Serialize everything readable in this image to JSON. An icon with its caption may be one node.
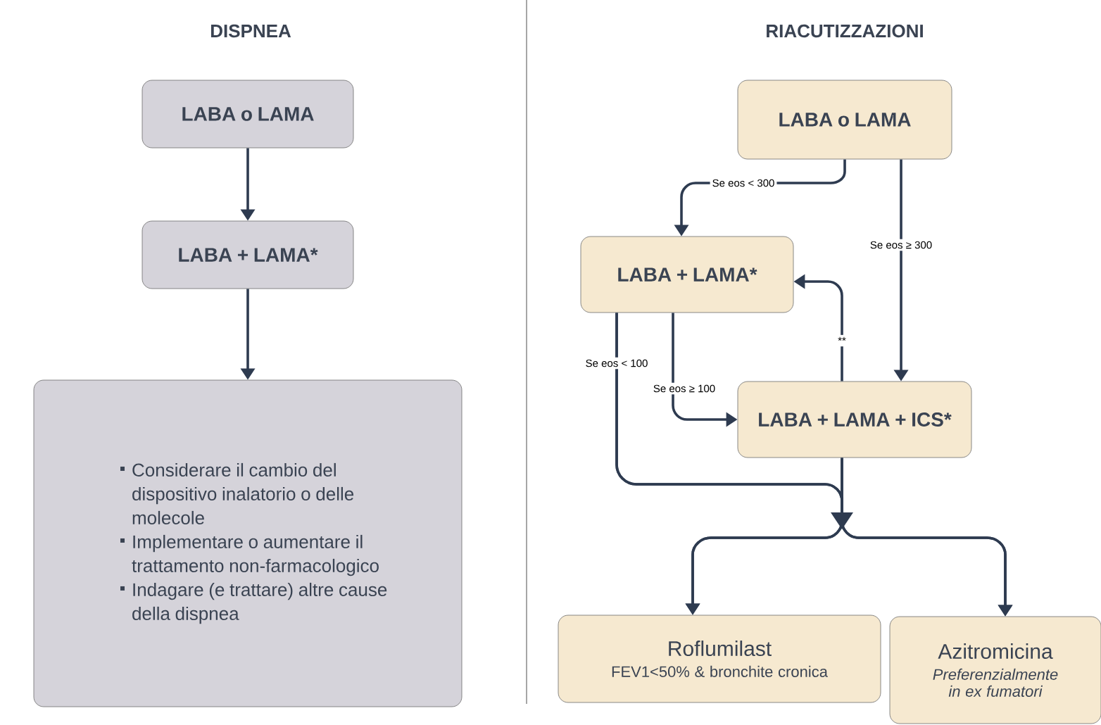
{
  "diagram": {
    "nodes": [
      {
        "text": [
          "LABA o LAMA"
        ]
      },
      {
        "text": [
          "LABA + LAMA*"
        ]
      },
      {
        "text": [
          "Considerare il cambio del dispositivo inalatorio o delle molecole",
          "Implementare o aumentare il trattamento non-farmacologico",
          "Indagare (e trattare) altre cause della dispnea"
        ]
      },
      {
        "text": [
          "LABA o LAMA"
        ]
      },
      {
        "text": [
          "LABA + LAMA*"
        ]
      },
      {
        "text": [
          "LABA + LAMA + ICS*"
        ]
      },
      {
        "text": [
          "Roflumilast",
          "FEV1<50% & bronchite cronica"
        ]
      },
      {
        "text": [
          "Azitromicina",
          "Preferenzialmente in ex fumatori"
        ]
      }
    ],
    "edges": [
      {
        "from": 0,
        "to": 1,
        "arrow": "to"
      },
      {
        "from": 1,
        "to": 2,
        "arrow": "to"
      },
      {
        "from": 3,
        "to": 4,
        "arrow": "to",
        "label": "Se eos < 300"
      },
      {
        "from": 3,
        "to": 5,
        "arrow": "to",
        "label": "Se eos ≥ 300"
      },
      {
        "from": 5,
        "to": 4,
        "arrow": "to",
        "label": "**"
      },
      {
        "from": 4,
        "to": 5,
        "arrow": "to",
        "label": "Se eos ≥ 100"
      },
      {
        "from": 4,
        "to": 6,
        "arrow": "to",
        "label": "Se eos < 100"
      },
      {
        "from": 4,
        "to": 7,
        "arrow": "to"
      },
      {
        "from": 5,
        "to": 6,
        "arrow": "to"
      },
      {
        "from": 5,
        "to": 7,
        "arrow": "to"
      }
    ],
    "labels": [
      "DISPNEA",
      "RIACUTIZZAZIONI"
    ]
  }
}
